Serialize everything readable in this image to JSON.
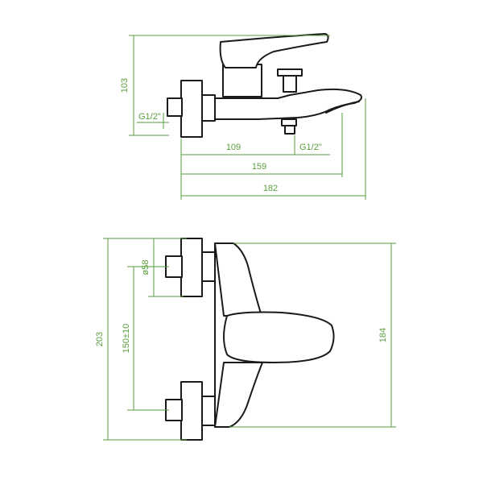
{
  "dimensions": {
    "overall_height_side": "103",
    "inlet_thread_left": "G1/2\"",
    "inlet_thread_right": "G1/2\"",
    "depth_to_outlet": "109",
    "depth_to_spout": "159",
    "overall_depth": "182",
    "overall_height_front": "203",
    "flange_diameter": "ø58",
    "center_distance": "150±10",
    "body_height": "184"
  },
  "colors": {
    "dimension_lines": "#5a9e3c",
    "part_outline": "#1a1a1a",
    "background": "#ffffff"
  }
}
